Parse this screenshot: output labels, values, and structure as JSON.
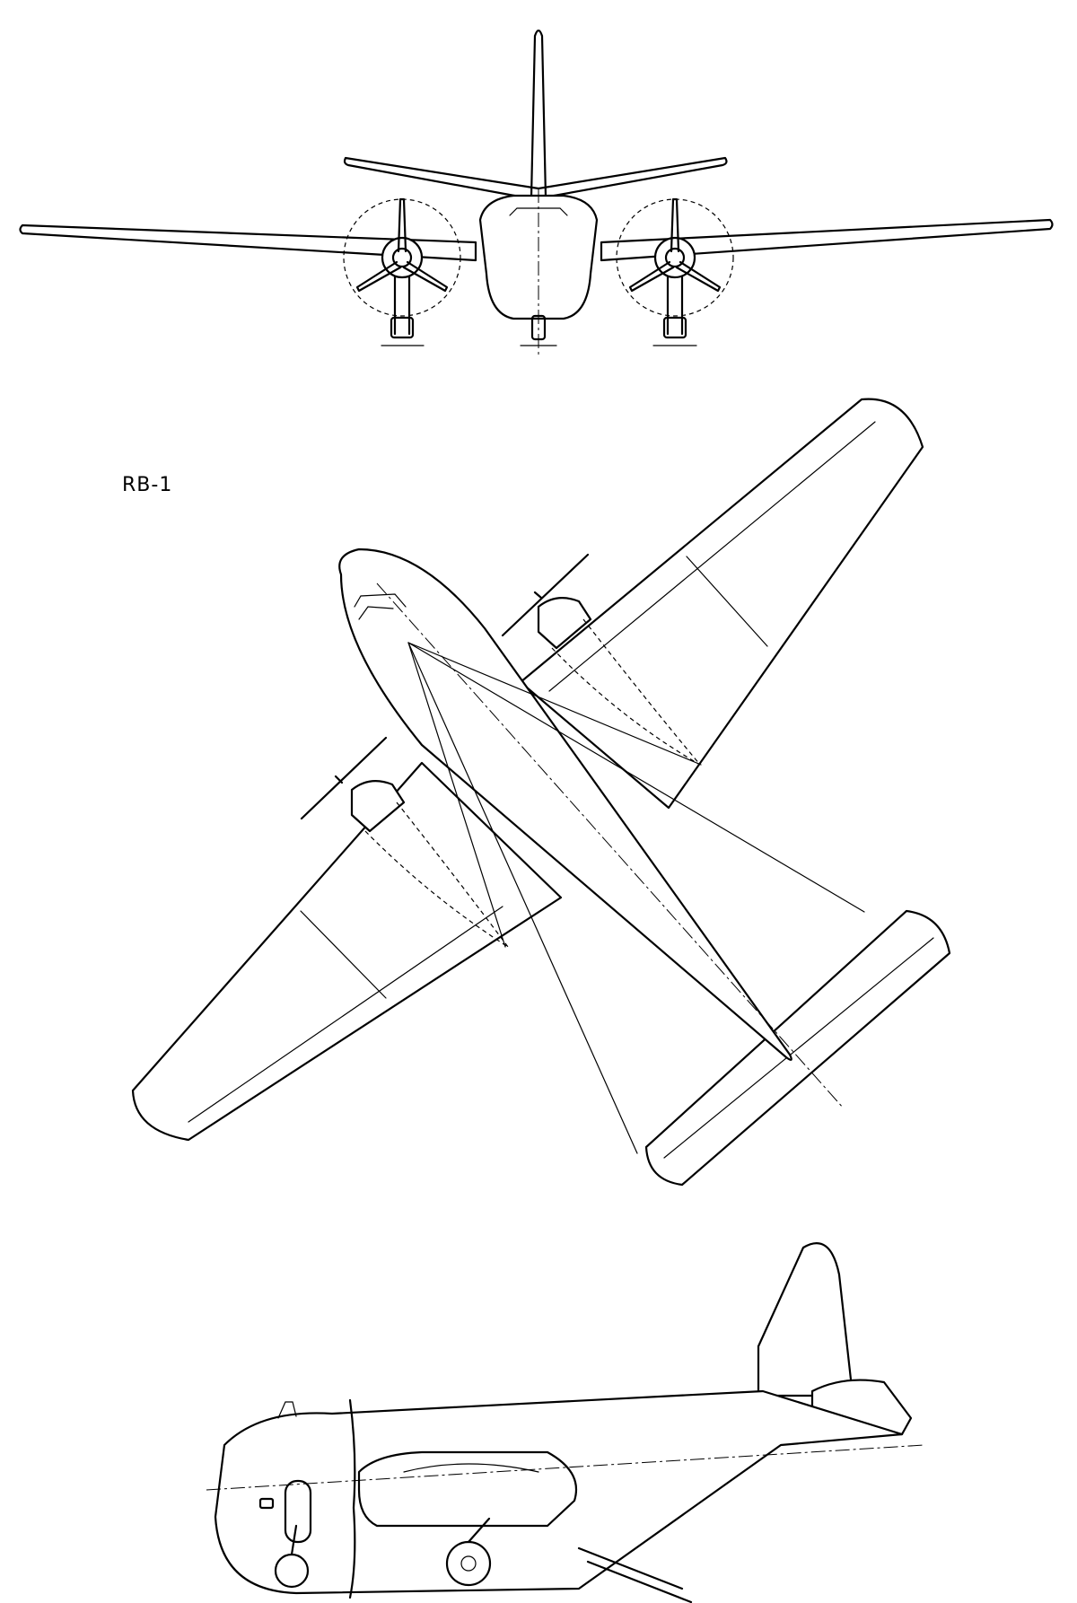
{
  "drawing": {
    "designation": "RB-1",
    "views": [
      "front-view",
      "plan-view",
      "side-view"
    ]
  }
}
